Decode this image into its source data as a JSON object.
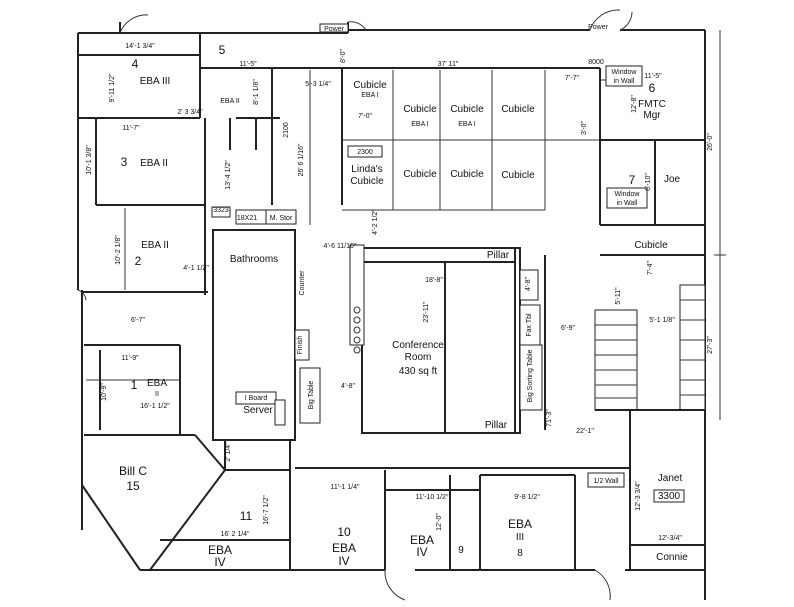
{
  "rooms": {
    "r5": "5",
    "r4": "4",
    "r4_name": "EBA III",
    "r3": "3",
    "r3_name": "EBA II",
    "r2": "2",
    "r2_name": "EBA II",
    "r1": "1",
    "r1_name": "EBA",
    "r1_name2": "II",
    "r6": "6",
    "r6_name": "FMTC",
    "r6_name2": "Mgr",
    "r7": "7",
    "billc": "Bill C",
    "billc_num": "15",
    "r11": "11",
    "r11_name": "EBA",
    "r11_name2": "IV",
    "r10": "10",
    "r10_name": "EBA",
    "r10_name2": "IV",
    "r9": "9",
    "r9_name": "EBA",
    "r9_name2": "IV",
    "r8": "8",
    "r8_name": "EBA",
    "r8_name2": "III",
    "janet": "Janet",
    "janet_ext": "3300",
    "connie": "Connie",
    "cubicle_eba1_a": "Cubicle",
    "eba1_a": "EBA I",
    "cubicle_b": "Cubicle",
    "eba1_b": "EBA I",
    "cubicle_c": "Cubicle",
    "eba1_c": "EBA I",
    "cubicle_d": "Cubicle",
    "lindas_ext": "2300",
    "lindas": "Linda's",
    "lindas2": "Cubicle",
    "cubicle_e": "Cubicle",
    "cubicle_f": "Cubicle",
    "cubicle_g": "Cubicle",
    "cubicle_right": "Cubicle",
    "joe": "Joe",
    "window_top": "Window",
    "window_top2": "in Wall",
    "window_mid": "Window",
    "window_mid2": "in Wall",
    "bathrooms": "Bathrooms",
    "counter": "Counter",
    "server": "Server",
    "iboard": "I Board",
    "finish": "Finish",
    "big_table": "Big Table",
    "conference": "Conference",
    "conference2": "Room",
    "conference_area": "430 sq ft",
    "pillar_top": "Pillar",
    "pillar_bottom": "Pillar",
    "fax_tbl": "Fax Tbl",
    "big_sorting_table": "Big Sorting Table",
    "half_wall": "1/2 Wall",
    "m_stor": "M. Stor",
    "power_left": "Power",
    "power_right": "Power"
  },
  "dimensions": {
    "d_r4": "14'-1 3/4\"",
    "d_r4_side": "9'-11 1/2\"",
    "d_r5": "11'-5\"",
    "d_r5_b": "5'-3 1/4\"",
    "d_r5_v": "8'-1 1/8\"",
    "d_top_wall": "37' 11\"",
    "d_top_right": "7'-7\"",
    "d_r6": "11'-5\"",
    "d_r6_v": "12'-8\"",
    "d_r6_b": "3'-0\"",
    "d_right_v": "26'-0\"",
    "d_right_v2": "27'-3\"",
    "d_eba2_small": "2' 3 3/4\"",
    "d_r3": "11'-7\"",
    "d_r3_v": "10'-1 3/8\"",
    "d_2100": "2100",
    "d_mid_v": "26' 6 1/16\"",
    "d_13_4": "13'-4 1/2\"",
    "d_r2_v": "10'-2 1/8\"",
    "d_r2_b": "4'-1 1/2\"",
    "d_cub_top": "8'-0\"",
    "d_cub_v": "7'-0\"",
    "d_18x21": "18X21",
    "d_3323": "3323",
    "d_4_2": "4'-2 1/2\"",
    "d_11_16": "4'-6 11/16\"",
    "d_conf_w": "18'-8\"",
    "d_conf_h": "23'-11\"",
    "d_4_8": "4'-8\"",
    "d_6_9": "6'-9\"",
    "d_5_11": "5'-11\"",
    "d_5_1": "5'-1 1/8\"",
    "d_7_4": "7'-4\"",
    "d_6_10": "6'-10\"",
    "d_6_7": "6'-7\"",
    "d_r1": "11'-9\"",
    "d_r1_v": "10'-9\"",
    "d_r1_b": "16'-1 1/2\"",
    "d_4_8b": "4'-8\"",
    "d_71": "71'-3\"",
    "d_22_1": "22'-1\"",
    "d_2_1_4": "2' 1/4\"",
    "d_11_1_4": "11'-1 1/4\"",
    "d_16_7": "16'-7 1/2\"",
    "d_16_2": "16' 2 1/4\"",
    "d_11_10": "11'-10 1/2\"",
    "d_12_0": "12'-0\"",
    "d_9_8": "9'-8 1/2\"",
    "d_12_3": "12'-3 3/4\"",
    "d_12_3b": "12'-3/4\"",
    "d_8000": "8000"
  }
}
